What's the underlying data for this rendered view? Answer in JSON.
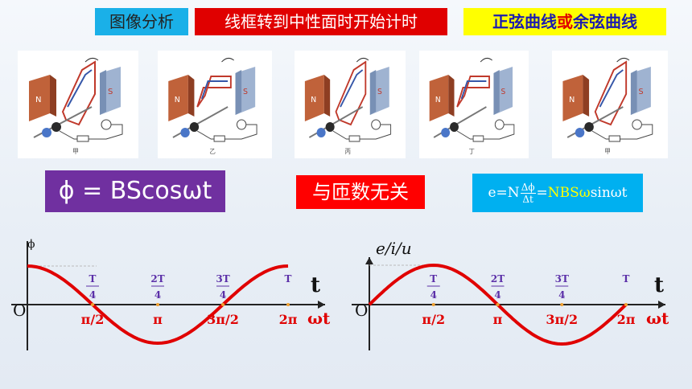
{
  "header": {
    "tag1": "图像分析",
    "tag2": "线框转到中性面时开始计时",
    "tag3_a": "正弦曲线",
    "tag3_b": "或",
    "tag3_c": "余弦曲线"
  },
  "figures": [
    {
      "caption": "甲"
    },
    {
      "caption": "乙"
    },
    {
      "caption": "丙"
    },
    {
      "caption": "丁"
    },
    {
      "caption": "甲"
    }
  ],
  "formulas": {
    "flux": "ϕ = BScosωt",
    "note": "与匝数无关",
    "emf_prefix": "e=N",
    "emf_num": "Δϕ",
    "emf_den": "Δt",
    "emf_eq": "=",
    "emf_peak": "NBSω",
    "emf_sin": "sinωt"
  },
  "colors": {
    "curve": "#e00000",
    "tick_label": "#5b2fa8",
    "axis": "#222222"
  },
  "left_graph": {
    "ylabel": "ϕ",
    "t_label": "t",
    "wt_label": "ωt",
    "origin": "O",
    "period_ticks": [
      "T/4",
      "2T/4",
      "3T/4",
      "T"
    ],
    "angle_ticks": [
      "π/2",
      "π",
      "3π/2",
      "2π"
    ],
    "chart_data": {
      "type": "line",
      "function": "cos",
      "x_period_fraction": [
        0,
        1
      ],
      "ylim": [
        -1,
        1
      ]
    }
  },
  "right_graph": {
    "ylabel": "e/i/u",
    "t_label": "t",
    "wt_label": "ωt",
    "origin": "O",
    "period_ticks": [
      "T/4",
      "2T/4",
      "3T/4",
      "T"
    ],
    "angle_ticks": [
      "π/2",
      "π",
      "3π/2",
      "2π"
    ],
    "chart_data": {
      "type": "line",
      "function": "sin",
      "x_period_fraction": [
        0,
        1
      ],
      "ylim": [
        -1,
        1
      ]
    }
  }
}
